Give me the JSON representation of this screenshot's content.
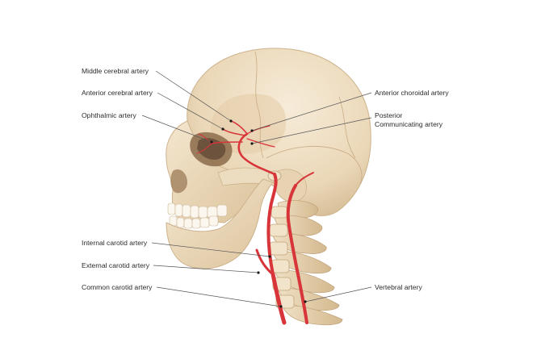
{
  "labels": {
    "middle_cerebral": "Middle cerebral artery",
    "anterior_cerebral": "Anterior cerebral artery",
    "ophthalmic": "Ophthalmic artery",
    "internal_carotid": "Internal carotid artery",
    "external_carotid": "External carotid artery",
    "common_carotid": "Common carotid artery",
    "anterior_choroidal": "Anterior choroidal artery",
    "posterior_communicating_line1": "Posterior",
    "posterior_communicating_line2": "Communicating artery",
    "vertebral": "Vertebral artery"
  },
  "colors": {
    "bone_light": "#f3e6cf",
    "bone_mid": "#e6d2b0",
    "bone_shadow": "#c9ad86",
    "artery": "#d8353a",
    "leader_line": "#555555",
    "text": "#2b2b2b"
  }
}
